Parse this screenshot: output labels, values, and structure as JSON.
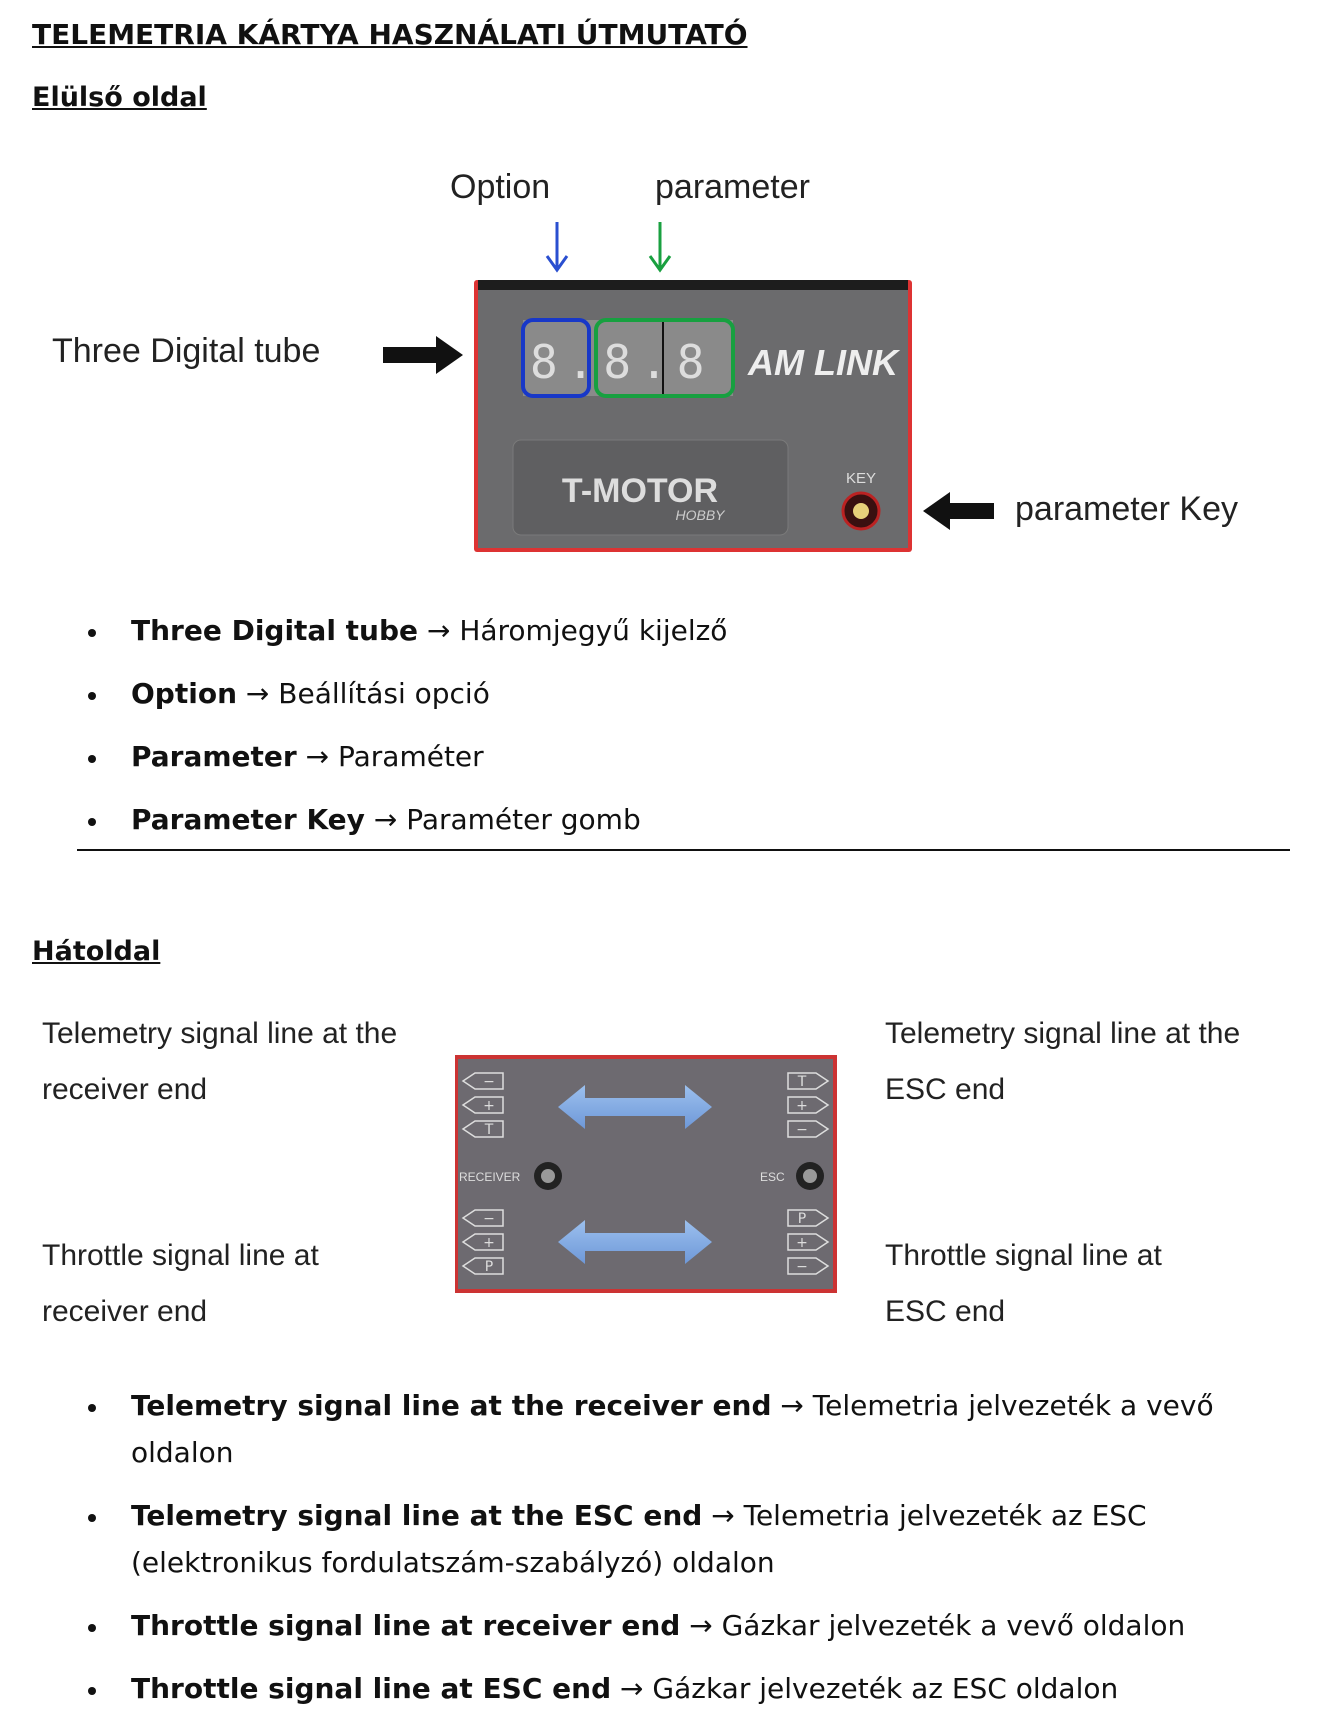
{
  "title": "TELEMETRIA KÁRTYA HASZNÁLATI ÚTMUTATÓ",
  "front": {
    "heading": "Elülső oldal",
    "labels": {
      "option": "Option",
      "parameter": "parameter",
      "tube": "Three Digital tube",
      "key": "parameter Key"
    },
    "device": {
      "digits": "8.8.8",
      "brand": "AM LINK",
      "logo": "T-MOTOR HOBBY",
      "key_label": "KEY"
    },
    "items": [
      {
        "en": "Three Digital tube",
        "hu": "Háromjegyű kijelző"
      },
      {
        "en": "Option",
        "hu": "Beállítási opció"
      },
      {
        "en": "Parameter",
        "hu": "Paraméter"
      },
      {
        "en": "Parameter Key",
        "hu": "Paraméter gomb"
      }
    ]
  },
  "back": {
    "heading": "Hátoldal",
    "labels": {
      "tl": "Telemetry signal line at the receiver end",
      "tr": "Telemetry signal line at the ESC end",
      "bl": "Throttle signal line at receiver end",
      "br": "Throttle signal line at ESC end"
    },
    "device": {
      "receiver": "RECEIVER",
      "esc": "ESC",
      "left_top": [
        "−",
        "+",
        "T"
      ],
      "left_bottom": [
        "−",
        "+",
        "P"
      ],
      "right_top": [
        "T",
        "+",
        "−"
      ],
      "right_bottom": [
        "P",
        "+",
        "−"
      ]
    },
    "items": [
      {
        "en": "Telemetry signal line at the receiver end",
        "hu": "Telemetria jelvezeték a vevő oldalon"
      },
      {
        "en": "Telemetry signal line at the ESC end",
        "hu": "Telemetria jelvezeték az ESC (elektronikus fordulatszám-szabályzó) oldalon"
      },
      {
        "en": "Throttle signal line at receiver end",
        "hu": "Gázkar jelvezeték a vevő oldalon"
      },
      {
        "en": "Throttle signal line at ESC end",
        "hu": "Gázkar jelvezeték az ESC oldalon"
      }
    ]
  },
  "arrow": "→"
}
